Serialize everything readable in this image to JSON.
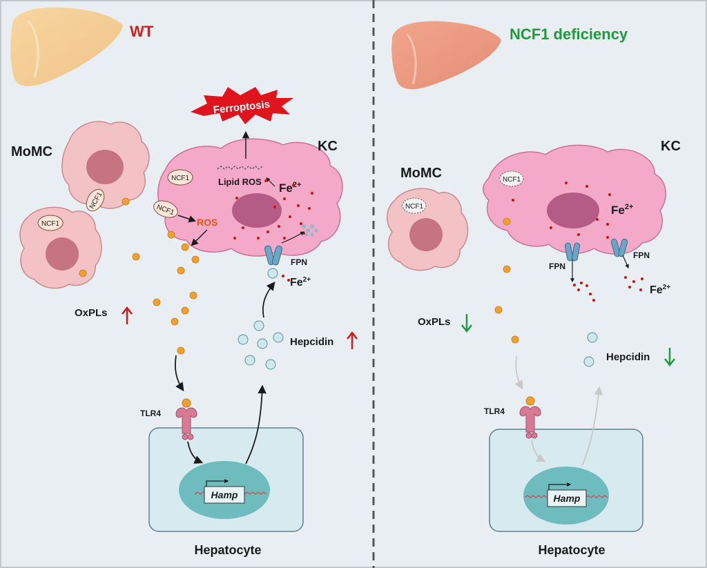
{
  "left_panel": {
    "condition": "WT",
    "momc": "MoMC",
    "kc": "KC",
    "ncf1_a": "NCF1",
    "ncf1_b": "NCF1",
    "ncf1_c": "NCF1",
    "ncf1_d": "NCF1",
    "ferroptosis": "Ferroptosis",
    "lipid_ros": "Lipid ROS",
    "fe": "Fe",
    "fe_sup": "2+",
    "fe2": "Fe",
    "fe2_sup": "2+",
    "ros": "ROS",
    "fpn": "FPN",
    "oxpls": "OxPLs",
    "hepcidin": "Hepcidin",
    "tlr4": "TLR4",
    "hamp": "Hamp",
    "hepatocyte": "Hepatocyte"
  },
  "right_panel": {
    "condition": "NCF1 deficiency",
    "momc": "MoMC",
    "kc": "KC",
    "ncf1_a": "NCF1",
    "ncf1_b": "NCF1",
    "fe": "Fe",
    "fe_sup": "2+",
    "fe2": "Fe",
    "fe2_sup": "2+",
    "fpn_a": "FPN",
    "fpn_b": "FPN",
    "oxpls": "OxPLs",
    "hepcidin": "Hepcidin",
    "tlr4": "TLR4",
    "hamp": "Hamp",
    "hepatocyte": "Hepatocyte"
  },
  "colors": {
    "wt_label": "#cc1f1f",
    "ncf1_label": "#1e9a3c",
    "up_arrow": "#d11b1b",
    "down_arrow": "#1e9a3c",
    "ros": "#e8541a",
    "ferroptosis_burst": "#e0141c"
  }
}
